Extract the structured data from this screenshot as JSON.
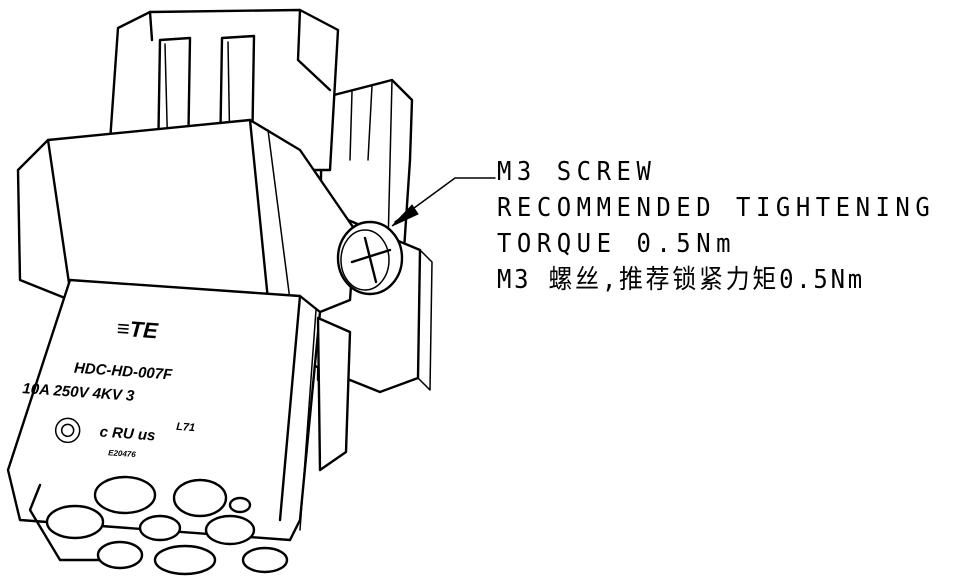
{
  "callout": {
    "line1": "M3 SCREW",
    "line2": "RECOMMENDED TIGHTENING",
    "line3": "TORQUE 0.5Nm",
    "line4": "M3 螺丝,推荐锁紧力矩0.5Nm"
  },
  "connector": {
    "brand": "≡TE",
    "part_number": "HDC-HD-007F",
    "rating": "10A 250V 4KV 3",
    "cert_mark": "c RU us",
    "cert_code": "L71",
    "file_number": "E20476"
  }
}
